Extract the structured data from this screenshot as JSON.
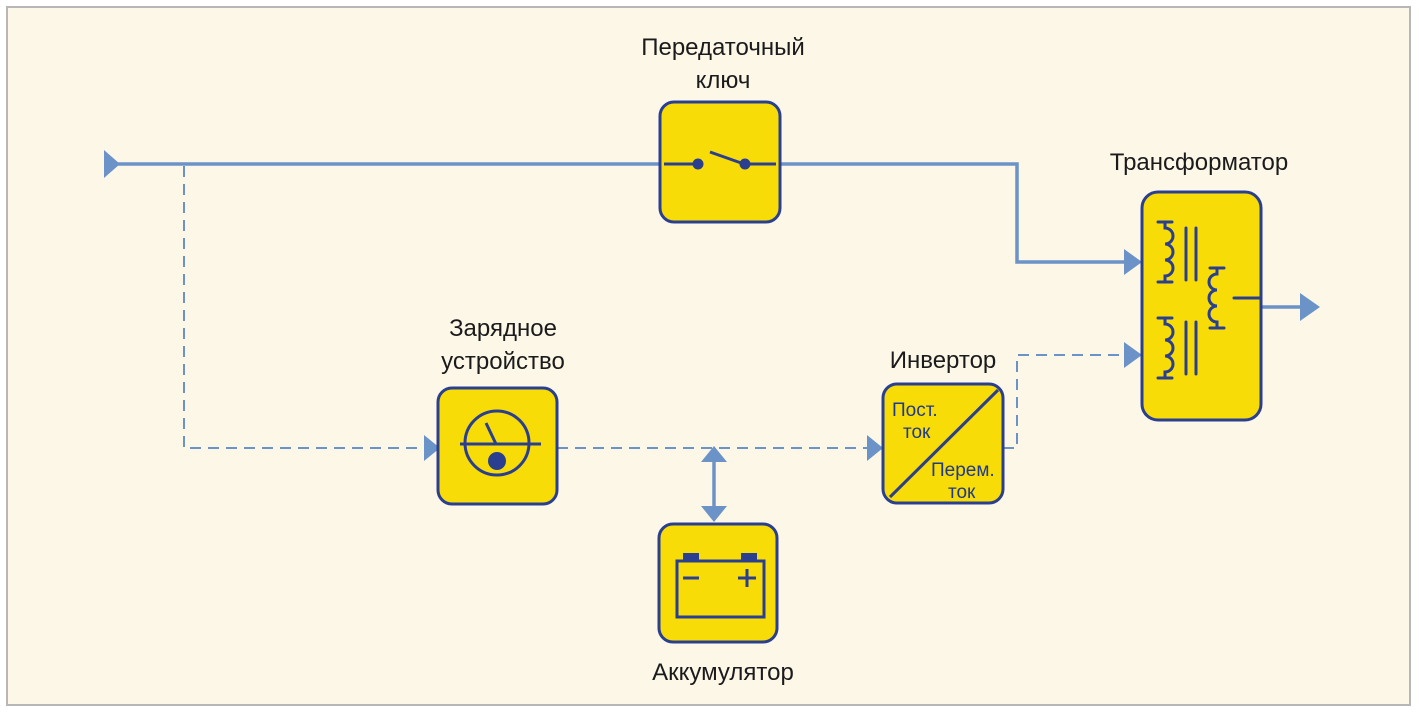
{
  "colors": {
    "frame_bg": "#fdf7e8",
    "frame_border": "#b7b7b7",
    "line": "#6b93c8",
    "block_fill": "#f8dc08",
    "block_stroke": "#2a3f8f"
  },
  "blocks": {
    "transfer_switch": {
      "label_line1": "Передаточный",
      "label_line2": "ключ",
      "icon": "switch-icon"
    },
    "charger": {
      "label_line1": "Зарядное",
      "label_line2": "устройство",
      "icon": "gauge-icon"
    },
    "battery": {
      "label": "Аккумулятор",
      "icon": "battery-icon"
    },
    "inverter": {
      "label": "Инвертор",
      "dc_line1": "Пост.",
      "dc_line2": "ток",
      "ac_line1": "Перем.",
      "ac_line2": "ток"
    },
    "transformer": {
      "label": "Трансформатор",
      "icon": "transformer-coil-icon"
    }
  }
}
